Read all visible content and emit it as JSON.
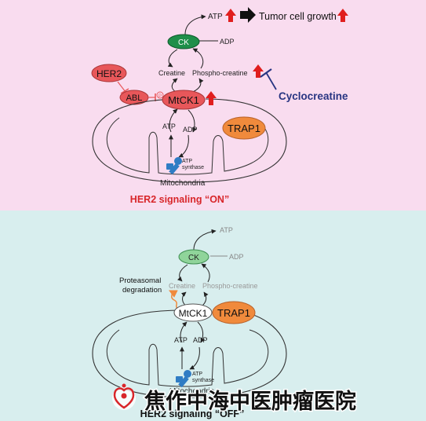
{
  "top_panel": {
    "atp": "ATP",
    "tumor_growth": "Tumor cell growth",
    "ck": "CK",
    "adp_ck": "ADP",
    "creatine": "Creatine",
    "phospho_creatine": "Phospho-creatine",
    "cyclocreatine": "Cyclocreatine",
    "her2": "HER2",
    "abl": "ABL",
    "phospho_mark": "P",
    "mtck1": "MtCK1",
    "trap1": "TRAP1",
    "atp_inner": "ATP",
    "adp_inner": "ADP",
    "atp_synthase_l1": "ATP",
    "atp_synthase_l2": "synthase",
    "mitochondria": "Mitochondria",
    "caption": "HER2 signaling “ON”"
  },
  "bottom_panel": {
    "atp": "ATP",
    "ck": "CK",
    "adp_ck": "ADP",
    "creatine": "Creatine",
    "phospho_creatine": "Phospho-creatine",
    "proteasomal_l1": "Proteasomal",
    "proteasomal_l2": "degradation",
    "mtck1": "MtCK1",
    "trap1": "TRAP1",
    "atp_inner": "ATP",
    "adp_inner": "ADP",
    "atp_synthase_l1": "ATP",
    "atp_synthase_l2": "synthase",
    "mitochondria": "Mitochondria",
    "caption": "HER2 signaling “OFF”"
  },
  "watermark": {
    "text": "焦作中海中医肿瘤医院"
  },
  "colors": {
    "top_bg": "#f9dcef",
    "bottom_bg": "#d8eeee",
    "ck_green": "#1f8f4a",
    "ck_light": "#8fd49a",
    "mtck1_red": "#e8575a",
    "trap1_orange": "#f08a3c",
    "up_arrow_red": "#e01e1e",
    "inhibitor_navy": "#283582",
    "caption_red": "#d8262a",
    "synthase_blue": "#2f7cc4"
  }
}
